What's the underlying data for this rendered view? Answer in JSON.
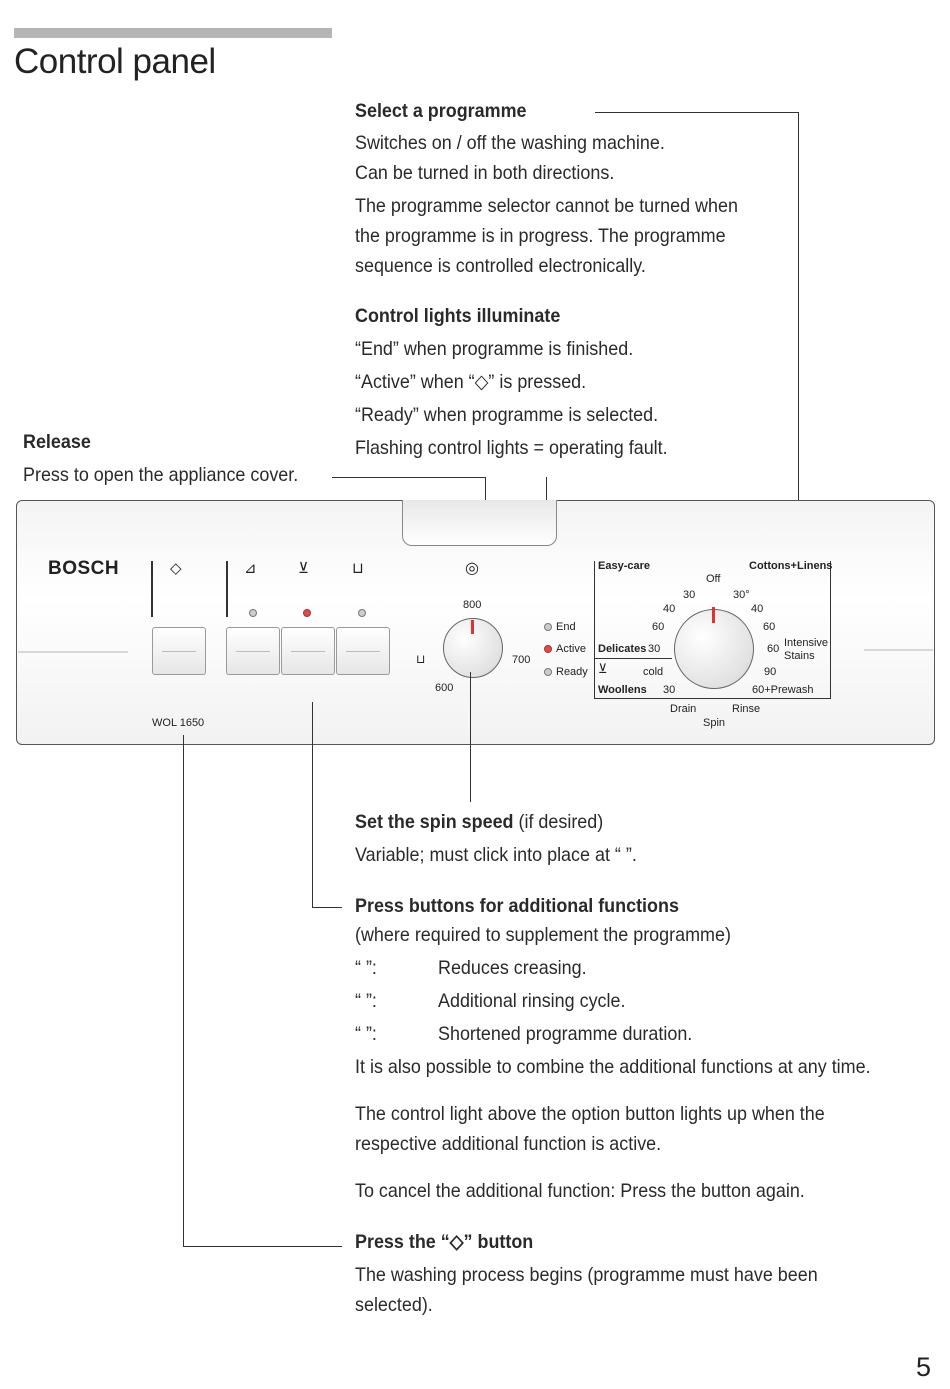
{
  "header": {
    "title": "Control panel"
  },
  "select": {
    "heading": "Select a programme",
    "lines": [
      "Switches on / off the washing machine.",
      "Can be turned in both directions.",
      "The programme selector cannot be turned when",
      "the programme is in progress. The programme",
      "sequence is controlled electronically."
    ]
  },
  "lights": {
    "heading": "Control lights illuminate",
    "lines": [
      "“End” when programme is finished.",
      "“Active” when “◇” is pressed.",
      "“Ready” when programme is selected.",
      "Flashing control lights = operating fault."
    ]
  },
  "release": {
    "heading": "Release",
    "text": "Press to open the appliance cover."
  },
  "panel": {
    "brand": "BOSCH",
    "model": "WOL 1650",
    "spin_labels": [
      "800",
      "700",
      "600"
    ],
    "status": [
      "End",
      "Active",
      "Ready"
    ],
    "dial": {
      "easy_care": "Easy-care",
      "cottons": "Cottons+Linens",
      "off": "Off",
      "left_nums": [
        "30",
        "40",
        "60"
      ],
      "right_nums": [
        "30°",
        "40",
        "60"
      ],
      "delicates": "Delicates",
      "delicates_30": "30",
      "cold": "cold",
      "woollens": "Woollens",
      "woollens_30": "30",
      "intensive_60": "60",
      "intensive": "Intensive",
      "stains": "Stains",
      "n90": "90",
      "prewash": "60+Prewash",
      "drain": "Drain",
      "rinse": "Rinse",
      "spin": "Spin"
    }
  },
  "spin": {
    "heading": "Set the spin speed",
    "heading_note": " (if desired)",
    "text": "Variable; must click into place at “ ”."
  },
  "functions": {
    "heading": "Press buttons for additional functions",
    "sub": "(where required to supplement the programme)",
    "items": [
      {
        "sym": "“ ”:",
        "desc": "Reduces creasing."
      },
      {
        "sym": "“ ”:",
        "desc": "Additional rinsing cycle."
      },
      {
        "sym": "“ ”:",
        "desc": "Shortened programme duration."
      }
    ],
    "combine": "It is also possible to combine the additional functions at any time.",
    "light_1": "The control light above the option button lights up when the",
    "light_2": "respective additional function is active.",
    "cancel": "To cancel the additional function: Press the button again."
  },
  "start": {
    "heading": "Press the “◇” button",
    "line1": "The washing process begins (programme must have been",
    "line2": "selected)."
  },
  "footer": {
    "page_number": "5"
  }
}
